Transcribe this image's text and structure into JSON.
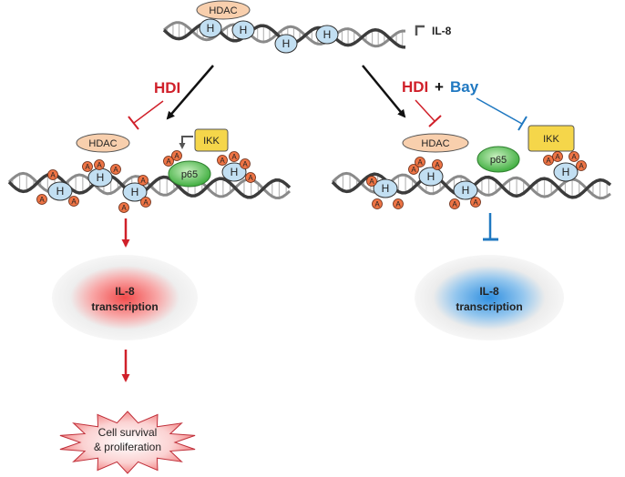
{
  "labels": {
    "hdac": "HDAC",
    "histone": "H",
    "acetyl": "A",
    "il8_gene": "IL-8",
    "hdi": "HDI",
    "plus": "+",
    "bay": "Bay",
    "ikk": "IKK",
    "p65": "p65",
    "il8_line1": "IL-8",
    "transcription": "transcription",
    "outcome_line1": "Cell survival",
    "outcome_line2": "& proliferation"
  },
  "colors": {
    "hdi": "#d0202a",
    "bay": "#1f78c1",
    "arrow_black": "#111111",
    "hdac_fill": "#f8cfad",
    "histone_fill": "#c2dff2",
    "acetyl_fill": "#ee7445",
    "ikk_fill": "#f5d64a",
    "p65_fill": "#5cc25a",
    "dna_dark": "#3c3c3c"
  }
}
